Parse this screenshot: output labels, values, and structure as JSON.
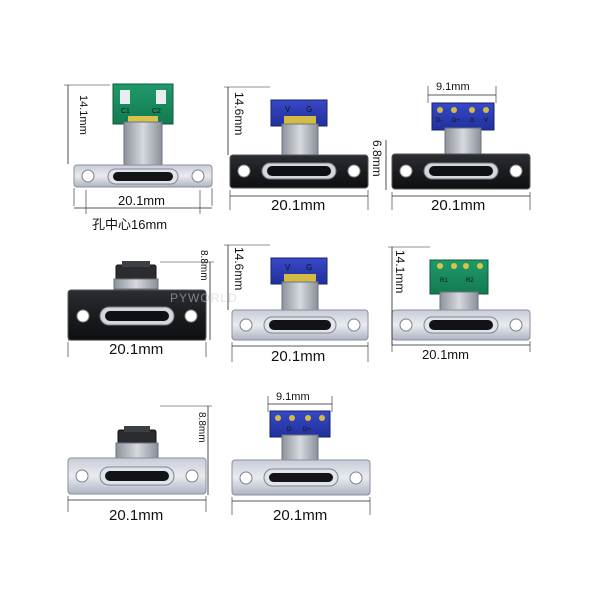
{
  "watermark": "PYWORLD",
  "products": [
    {
      "variant": "green-pcb-silver-flange",
      "width_label": "20.1mm",
      "height_label": "14.1mm",
      "hole_label": "孔中心16mm",
      "pcb_marks": [
        "C1",
        "C2"
      ]
    },
    {
      "variant": "blue-pcb-black-flange",
      "width_label": "20.1mm",
      "height_label": "14.6mm",
      "pcb_marks": [
        "V",
        "G"
      ]
    },
    {
      "variant": "blue-pcb-black-flange",
      "width_label": "20.1mm",
      "pcb_width_label": "9.1mm",
      "height_label": "6.8mm",
      "pcb_marks": [
        "D-",
        "D+",
        "G",
        "V"
      ]
    },
    {
      "variant": "black-body-black-flange",
      "width_label": "20.1mm",
      "height_label": "8.8mm"
    },
    {
      "variant": "blue-pcb-silver-flange",
      "width_label": "20.1mm",
      "height_label": "14.6mm",
      "pcb_marks": [
        "V",
        "G"
      ]
    },
    {
      "variant": "green-pcb-silver-flange",
      "width_label": "20.1mm",
      "height_label": "14.1mm",
      "pcb_marks": [
        "R1",
        "R2"
      ]
    },
    {
      "variant": "black-body-silver-flange",
      "width_label": "20.1mm",
      "height_label": "8.8mm"
    },
    {
      "variant": "blue-pcb-silver-flange",
      "width_label": "20.1mm",
      "pcb_width_label": "9.1mm",
      "pcb_marks": [
        "D-",
        "D+"
      ]
    }
  ]
}
